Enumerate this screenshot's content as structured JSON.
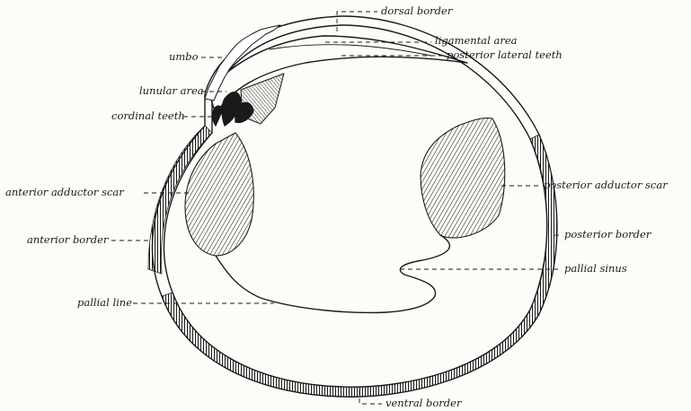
{
  "labels": {
    "dorsal_border": "dorsal border",
    "ligamental_area": "ligamental area",
    "posterior_lateral_teeth": "posterior lateral teeth",
    "umbo": "umbo",
    "lunular_area": "lunular area",
    "cordinal_teeth": "cordinal teeth",
    "anterior_adductor_scar": "anterior adductor scar",
    "posterior_adductor_scar": "posterior adductor scar",
    "anterior_border": "anterior border",
    "posterior_border": "posterior border",
    "pallial_sinus": "pallial sinus",
    "pallial_line": "pallial line",
    "ventral_border": "ventral border"
  },
  "colors": {
    "ink": "#1a1a1a",
    "paper": "#fcfcf8"
  }
}
